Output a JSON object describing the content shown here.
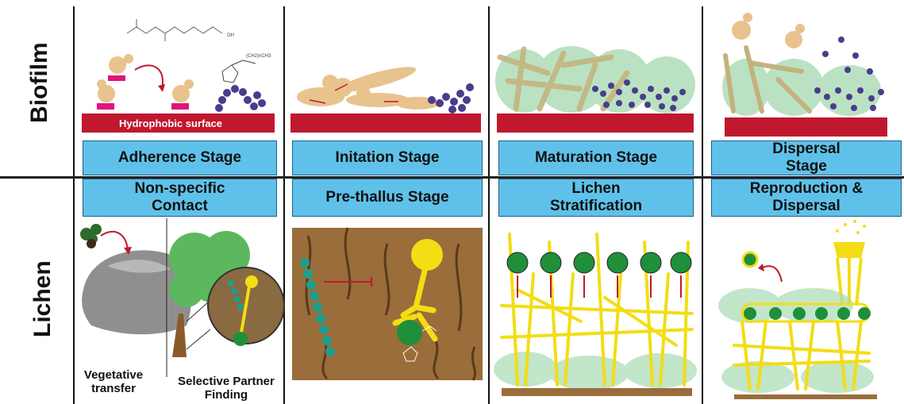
{
  "rows": {
    "biofilm": "Biofilm",
    "lichen": "Lichen"
  },
  "biofilm_stages": [
    "Adherence Stage",
    "Initation Stage",
    "Maturation Stage",
    "Dispersal Stage"
  ],
  "lichen_stages": [
    "Non-specific Contact",
    "Pre-thallus Stage",
    "Lichen Stratification",
    "Reproduction & Dispersal"
  ],
  "surface_label": "Hydrophobic surface",
  "captions": {
    "vegetative": "Vegetative transfer",
    "selective": "Selective Partner Finding"
  },
  "colors": {
    "stage_box": "#5fc1e9",
    "surface": "#c0182f",
    "fungus": "#e8c38e",
    "bacteria": "#4b3c8c",
    "hyphae": "#f3dd14",
    "algae": "#1f8f3a",
    "soil": "#9a6d3a"
  }
}
